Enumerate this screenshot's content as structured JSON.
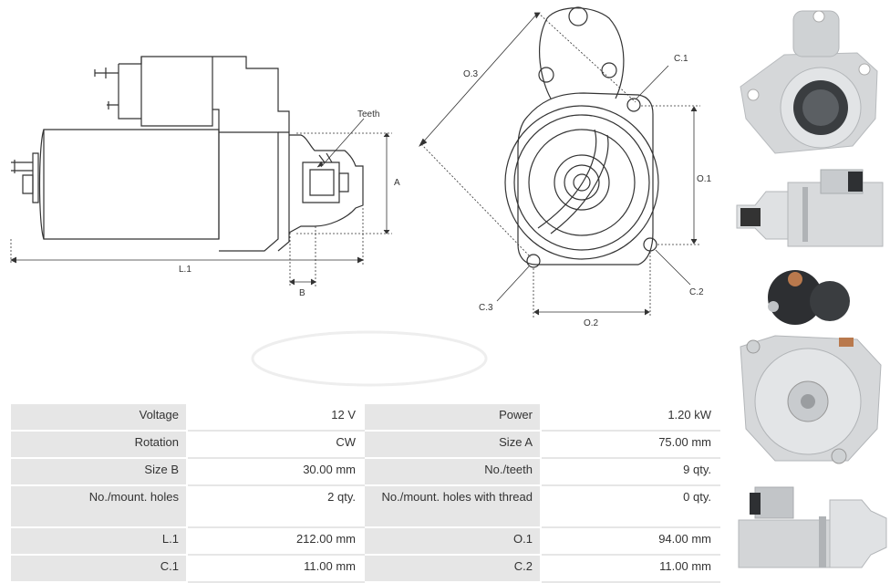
{
  "diagram": {
    "labels": {
      "teeth": "Teeth",
      "a": "A",
      "l1": "L.1",
      "b": "B",
      "o3": "O.3",
      "c1": "C.1",
      "o1": "O.1",
      "c2": "C.2",
      "c3": "C.3",
      "o2": "O.2"
    }
  },
  "specs": {
    "rows": [
      {
        "l1": "Voltage",
        "v1": "12 V",
        "l2": "Power",
        "v2": "1.20 kW"
      },
      {
        "l1": "Rotation",
        "v1": "CW",
        "l2": "Size A",
        "v2": "75.00 mm"
      },
      {
        "l1": "Size B",
        "v1": "30.00 mm",
        "l2": "No./teeth",
        "v2": "9 qty."
      },
      {
        "l1": "No./mount. holes",
        "v1": "2 qty.",
        "l2": "No./mount. holes with thread",
        "v2": "0 qty."
      },
      {
        "l1": "L.1",
        "v1": "212.00 mm",
        "l2": "O.1",
        "v2": "94.00 mm"
      },
      {
        "l1": "C.1",
        "v1": "11.00 mm",
        "l2": "C.2",
        "v2": "11.00 mm"
      }
    ]
  },
  "colors": {
    "line": "#333333",
    "label_bg": "#e6e6e6",
    "metal": "#c9ccce"
  }
}
